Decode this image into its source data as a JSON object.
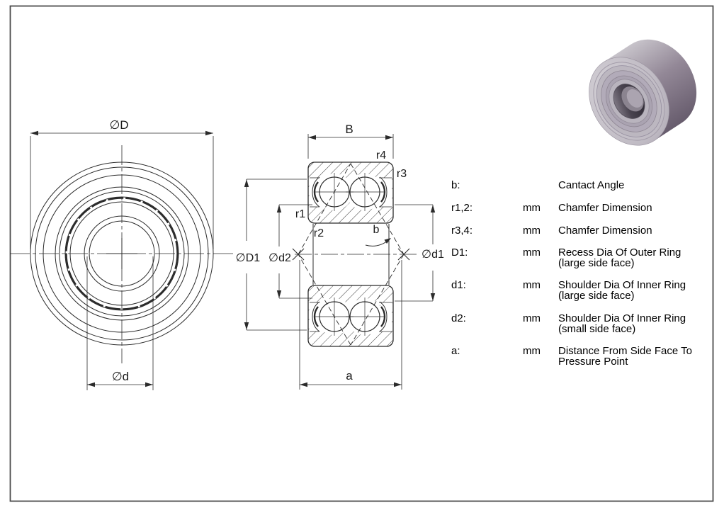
{
  "drawing": {
    "front_view": {
      "outer_diameter_label": "∅D",
      "bore_diameter_label": "∅d"
    },
    "section_view": {
      "width_label": "B",
      "chamfer_r4_label": "r4",
      "chamfer_r3_label": "r3",
      "chamfer_r1_label": "r1",
      "chamfer_r2_label": "r2",
      "contact_angle_label": "b",
      "recess_diameter_label": "∅D1",
      "shoulder_small_label": "∅d2",
      "shoulder_large_label": "∅d1",
      "pressure_point_distance_label": "a"
    }
  },
  "legend": {
    "rows": [
      {
        "symbol": "b:",
        "unit": "",
        "desc1": "Cantact Angle",
        "desc2": ""
      },
      {
        "symbol": "r1,2:",
        "unit": "mm",
        "desc1": "Chamfer Dimension",
        "desc2": ""
      },
      {
        "symbol": "r3,4:",
        "unit": "mm",
        "desc1": "Chamfer Dimension",
        "desc2": ""
      },
      {
        "symbol": "D1:",
        "unit": "mm",
        "desc1": "Recess Dia Of Outer Ring",
        "desc2": "(large side face)"
      },
      {
        "symbol": "d1:",
        "unit": "mm",
        "desc1": "Shoulder Dia Of Inner Ring",
        "desc2": "(large side face)"
      },
      {
        "symbol": "d2:",
        "unit": "mm",
        "desc1": "Shoulder Dia Of Inner Ring",
        "desc2": "(small side face)"
      },
      {
        "symbol": "a:",
        "unit": "mm",
        "desc1": "Distance From Side Face To",
        "desc2": "Pressure Point"
      }
    ]
  },
  "colors": {
    "background": "#ffffff",
    "line": "#2b2b2b",
    "frame_border": "#4a4a4a",
    "render_face": "#c8c4cb",
    "render_body": "#7c7181",
    "render_bore": "#3f3a44"
  }
}
